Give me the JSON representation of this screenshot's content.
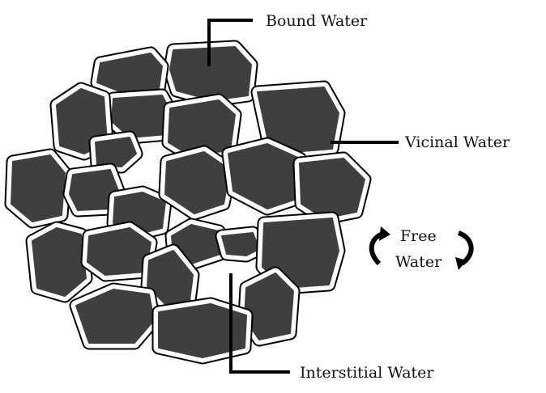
{
  "labels": {
    "bound_water": "Bound Water",
    "vicinal_water": "Vicinal Water",
    "free_water_line1": "Free",
    "free_water_line2": "Water",
    "interstitial_water": "Interstitial Water"
  },
  "colors": {
    "particle": "#3f3f3f",
    "water_layer": "#ffffff",
    "outline": "#000000"
  }
}
